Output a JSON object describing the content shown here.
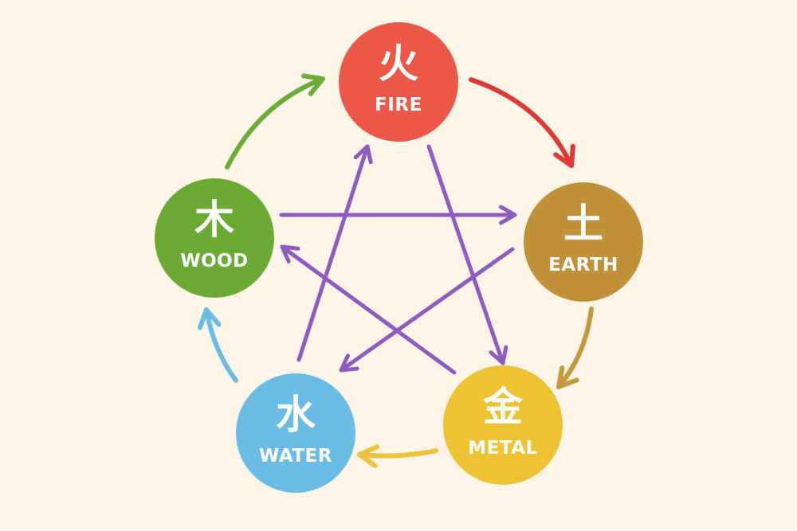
{
  "elements": {
    "fire": {
      "glyph": "火",
      "label": "FIRE",
      "color": "#ec5847"
    },
    "earth": {
      "glyph": "土",
      "label": "EARTH",
      "color": "#c1913a"
    },
    "metal": {
      "glyph": "金",
      "label": "METAL",
      "color": "#edc334"
    },
    "water": {
      "glyph": "水",
      "label": "WATER",
      "color": "#6bbce4"
    },
    "wood": {
      "glyph": "木",
      "label": "WOOD",
      "color": "#6aaa35"
    }
  },
  "cycle_colors": {
    "generating_fire_to_earth": "#dd3a37",
    "generating_earth_to_metal": "#c49a3a",
    "generating_metal_to_water": "#eec23a",
    "generating_water_to_wood": "#6cbde5",
    "generating_wood_to_fire": "#6bad36",
    "controlling": "#8e5bc1"
  },
  "generating_cycle": [
    {
      "from": "fire",
      "to": "earth"
    },
    {
      "from": "earth",
      "to": "metal"
    },
    {
      "from": "metal",
      "to": "water"
    },
    {
      "from": "water",
      "to": "wood"
    },
    {
      "from": "wood",
      "to": "fire"
    }
  ],
  "controlling_cycle": [
    {
      "from": "fire",
      "to": "metal"
    },
    {
      "from": "metal",
      "to": "wood"
    },
    {
      "from": "wood",
      "to": "earth"
    },
    {
      "from": "earth",
      "to": "water"
    },
    {
      "from": "water",
      "to": "fire"
    }
  ]
}
